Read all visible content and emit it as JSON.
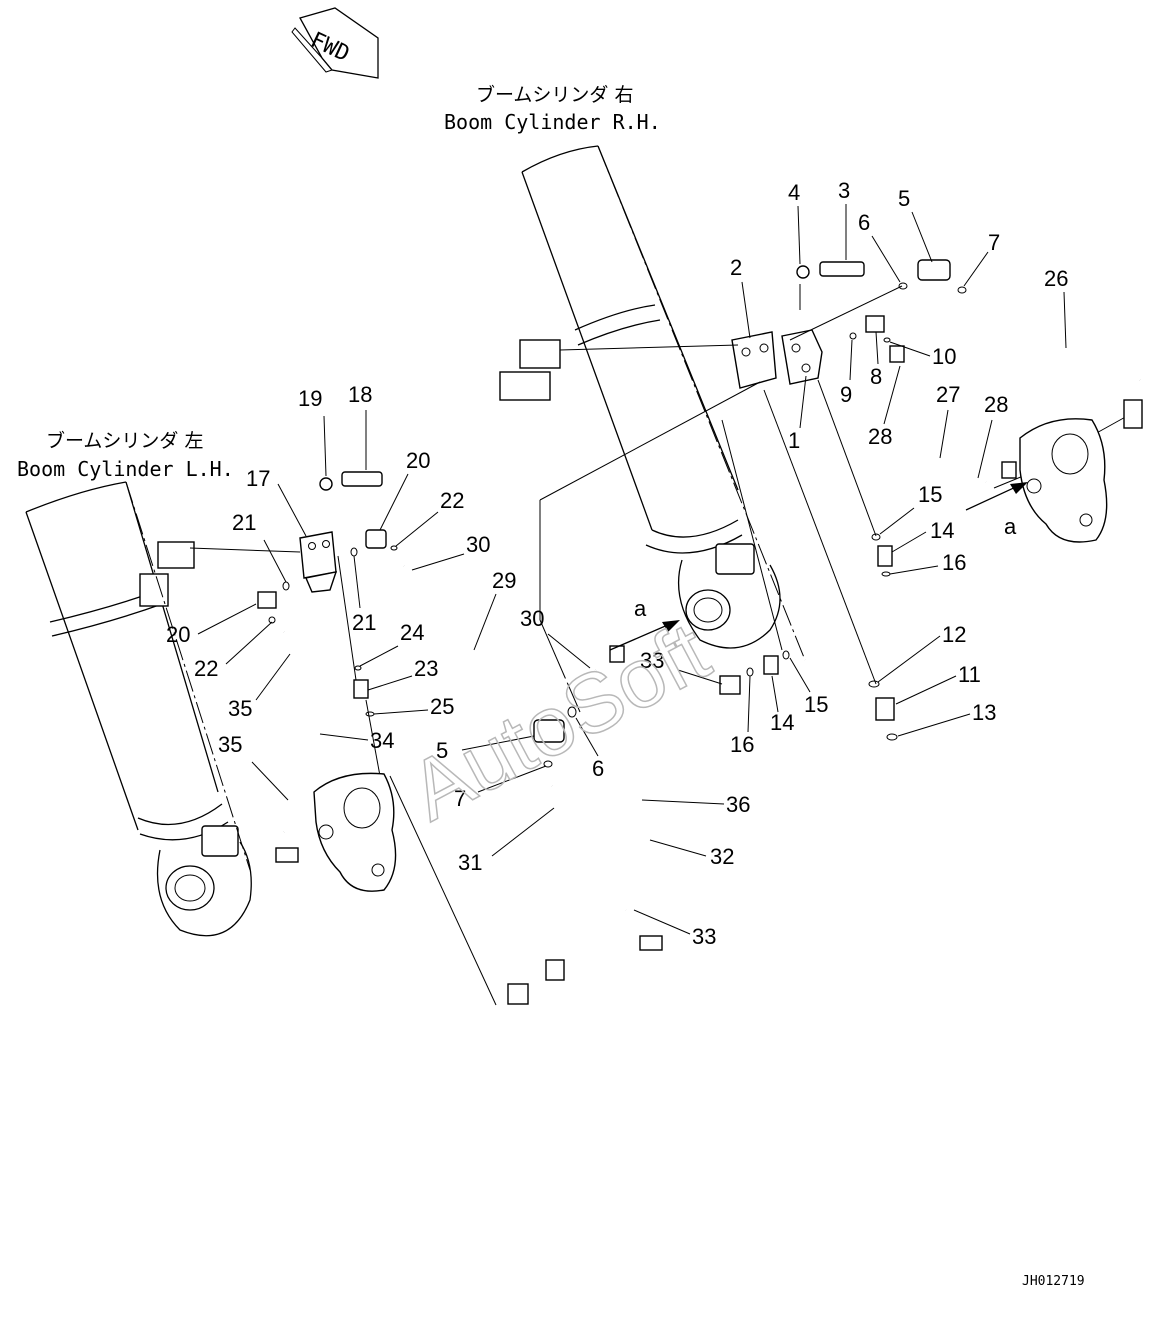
{
  "fwd_label": "FWD",
  "cylinder_rh": {
    "jp": "ブームシリンダ 右",
    "en": "Boom Cylinder R.H."
  },
  "cylinder_lh": {
    "jp": "ブームシリンダ 左",
    "en": "Boom Cylinder L.H."
  },
  "view_marker": "a",
  "watermark": "AutoSoft",
  "drawing_code": "JH012719",
  "part_numbers": [
    "1",
    "2",
    "3",
    "4",
    "5",
    "6",
    "7",
    "8",
    "9",
    "10",
    "11",
    "12",
    "13",
    "14",
    "15",
    "16",
    "17",
    "18",
    "19",
    "20",
    "21",
    "22",
    "23",
    "24",
    "25",
    "26",
    "27",
    "28",
    "29",
    "30",
    "31",
    "32",
    "33",
    "34",
    "35",
    "36"
  ]
}
